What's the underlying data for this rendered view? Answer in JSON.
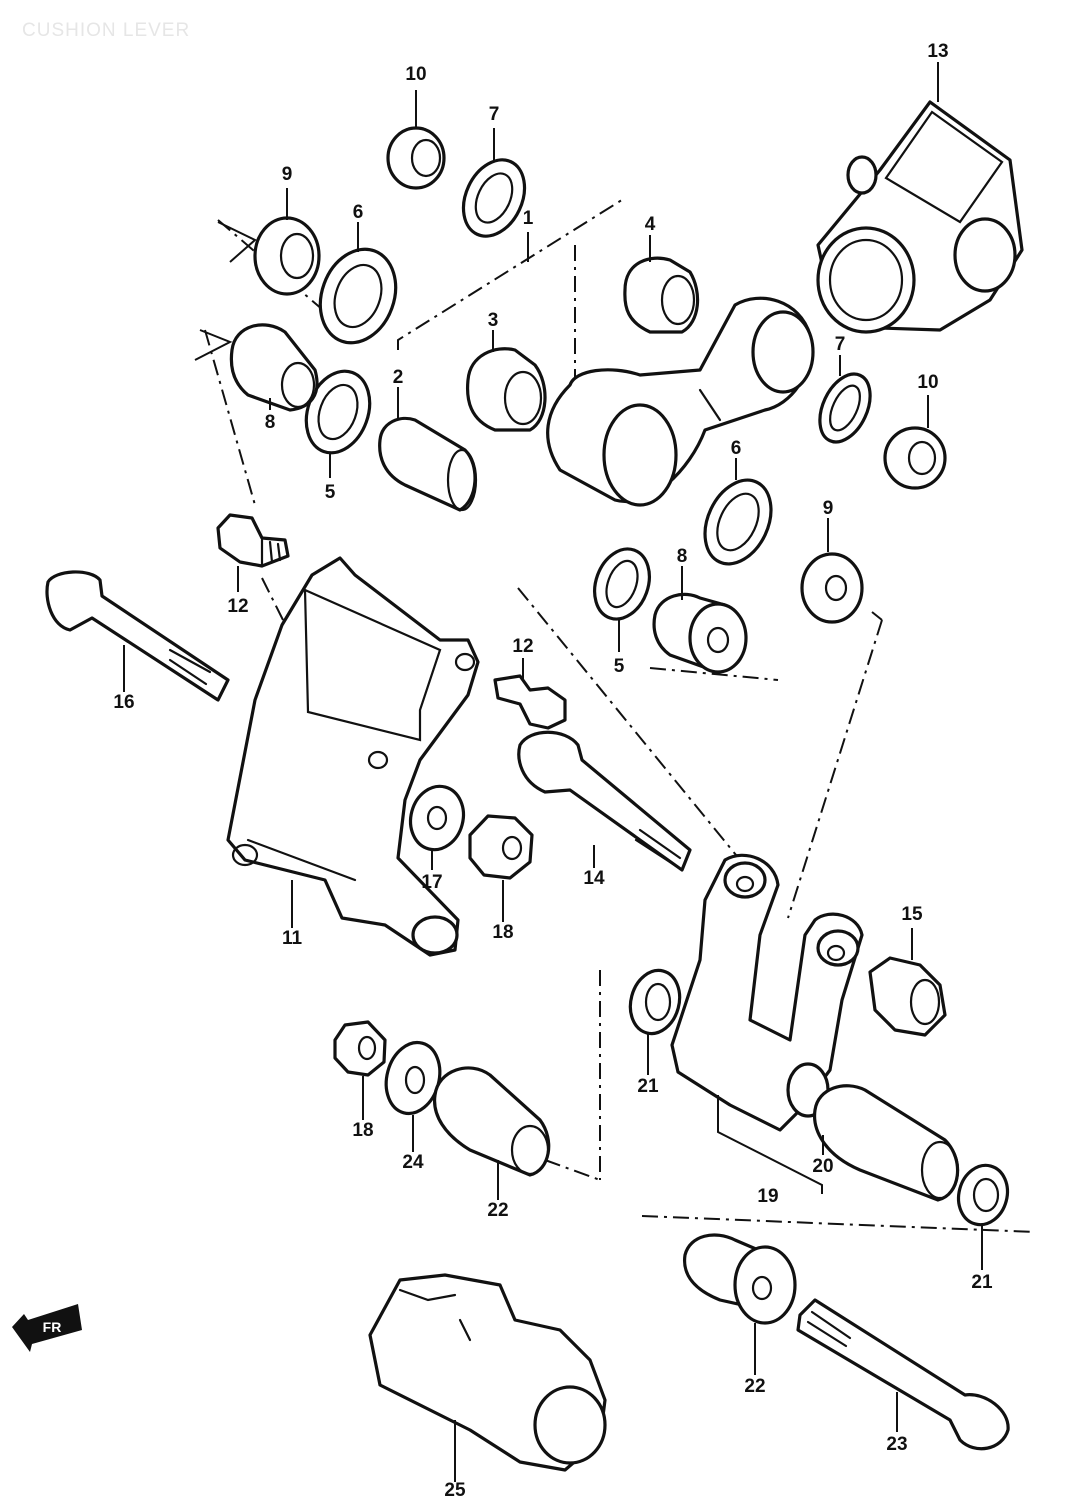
{
  "title": "CUSHION LEVER",
  "front_arrow_label": "FR",
  "callouts": [
    {
      "id": "c1",
      "text": "1"
    },
    {
      "id": "c2",
      "text": "2"
    },
    {
      "id": "c3",
      "text": "3"
    },
    {
      "id": "c4",
      "text": "4"
    },
    {
      "id": "c5a",
      "text": "5"
    },
    {
      "id": "c5b",
      "text": "5"
    },
    {
      "id": "c6a",
      "text": "6"
    },
    {
      "id": "c6b",
      "text": "6"
    },
    {
      "id": "c7a",
      "text": "7"
    },
    {
      "id": "c7b",
      "text": "7"
    },
    {
      "id": "c8a",
      "text": "8"
    },
    {
      "id": "c8b",
      "text": "8"
    },
    {
      "id": "c9a",
      "text": "9"
    },
    {
      "id": "c9b",
      "text": "9"
    },
    {
      "id": "c10a",
      "text": "10"
    },
    {
      "id": "c10b",
      "text": "10"
    },
    {
      "id": "c11",
      "text": "11"
    },
    {
      "id": "c12a",
      "text": "12"
    },
    {
      "id": "c12b",
      "text": "12"
    },
    {
      "id": "c13",
      "text": "13"
    },
    {
      "id": "c14",
      "text": "14"
    },
    {
      "id": "c15",
      "text": "15"
    },
    {
      "id": "c16",
      "text": "16"
    },
    {
      "id": "c17",
      "text": "17"
    },
    {
      "id": "c18a",
      "text": "18"
    },
    {
      "id": "c18b",
      "text": "18"
    },
    {
      "id": "c19",
      "text": "19"
    },
    {
      "id": "c20",
      "text": "20"
    },
    {
      "id": "c21a",
      "text": "21"
    },
    {
      "id": "c21b",
      "text": "21"
    },
    {
      "id": "c22a",
      "text": "22"
    },
    {
      "id": "c22b",
      "text": "22"
    },
    {
      "id": "c23",
      "text": "23"
    },
    {
      "id": "c24",
      "text": "24"
    },
    {
      "id": "c25",
      "text": "25"
    }
  ]
}
